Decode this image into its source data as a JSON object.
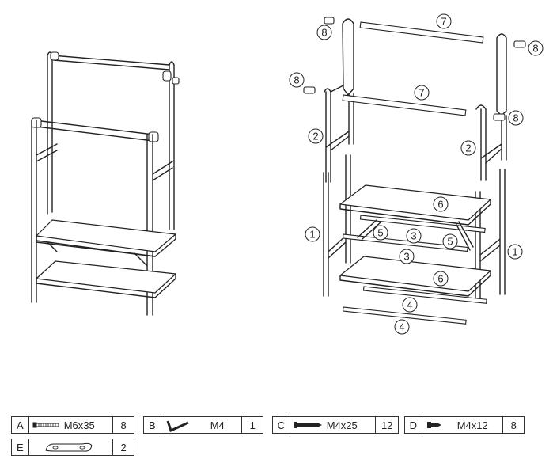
{
  "callouts": {
    "c1_left": "1",
    "c1_right": "1",
    "c2_left": "2",
    "c2_right": "2",
    "c3_a": "3",
    "c3_b": "3",
    "c4_a": "4",
    "c4_b": "4",
    "c5_a": "5",
    "c5_b": "5",
    "c6_a": "6",
    "c6_b": "6",
    "c7_a": "7",
    "c7_b": "7",
    "c8_a": "8",
    "c8_b": "8",
    "c8_c": "8",
    "c8_d": "8"
  },
  "parts_list": [
    {
      "letter": "A",
      "spec": "M6x35",
      "qty": "8",
      "icon": "bolt-icon"
    },
    {
      "letter": "B",
      "spec": "M4",
      "qty": "1",
      "icon": "allen-key-icon"
    },
    {
      "letter": "C",
      "spec": "M4x25",
      "qty": "12",
      "icon": "screw-icon"
    },
    {
      "letter": "D",
      "spec": "M4x12",
      "qty": "8",
      "icon": "short-screw-icon"
    },
    {
      "letter": "E",
      "spec": "",
      "qty": "2",
      "icon": "bracket-plate-icon"
    }
  ]
}
